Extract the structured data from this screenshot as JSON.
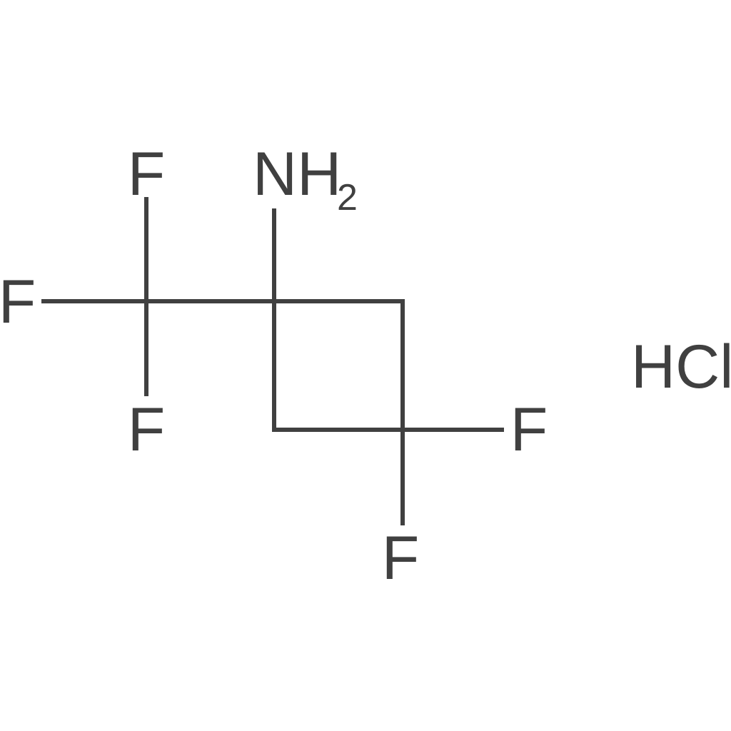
{
  "molecule": {
    "amine_group": {
      "main": "NH",
      "subscript": "2"
    },
    "fluorines": {
      "cf3_top": "F",
      "cf3_left": "F",
      "cf3_bottom": "F",
      "ring_right": "F",
      "ring_bottom": "F"
    },
    "salt": "HCl"
  },
  "colors": {
    "ink": "#404040",
    "background": "#ffffff"
  }
}
